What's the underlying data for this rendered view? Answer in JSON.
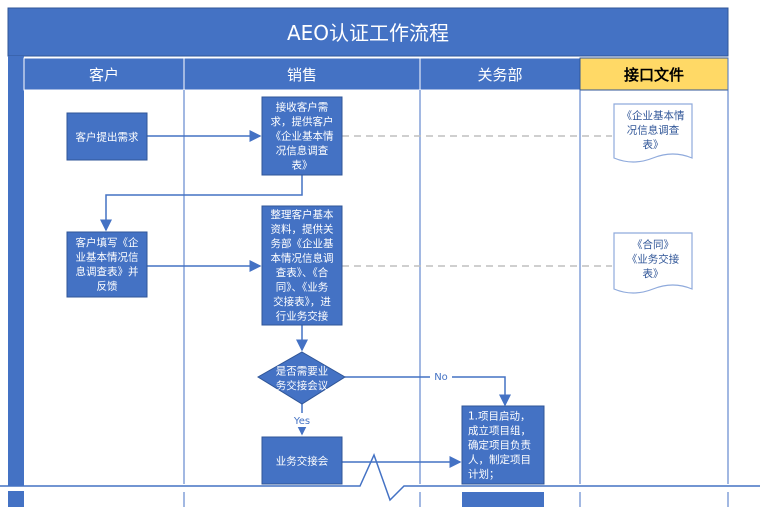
{
  "title": "AEO认证工作流程",
  "lanes": {
    "customer": "客户",
    "sales": "销售",
    "customs": "关务部",
    "interface": "接口文件"
  },
  "nodes": {
    "customer_request": [
      "客户提出需求"
    ],
    "receive_request": [
      "接收客户需",
      "求，提供客户",
      "《企业基本情",
      "况信息调查",
      "表》"
    ],
    "customer_fill": [
      "客户填写《企",
      "业基本情况信",
      "息调查表》并",
      "反馈"
    ],
    "organize_info": [
      "整理客户基本",
      "资料，提供关",
      "务部《企业基",
      "本情况信息调",
      "查表》、《合",
      "同》、《业务",
      "交接表》，进",
      "行业务交接"
    ],
    "decision": [
      "是否需要业",
      "务交接会议"
    ],
    "handover_meeting": [
      "业务交接会"
    ],
    "project_start": [
      "1.项目启动，",
      "成立项目组，",
      "确定项目负责",
      "人，制定项目",
      "计划；"
    ]
  },
  "documents": {
    "doc1": [
      "《企业基本情",
      "况信息调查",
      "表》"
    ],
    "doc2": [
      "《合同》",
      "《业务交接",
      "表》"
    ]
  },
  "edge_labels": {
    "no": "No",
    "yes": "Yes"
  },
  "colors": {
    "header_blue": "#4472c4",
    "node_blue": "#4472c4",
    "header_border": "#2f5597",
    "interface_header": "#ffd966",
    "white": "#ffffff",
    "arrow": "#4472c4",
    "dashed": "#bfbfbf"
  }
}
